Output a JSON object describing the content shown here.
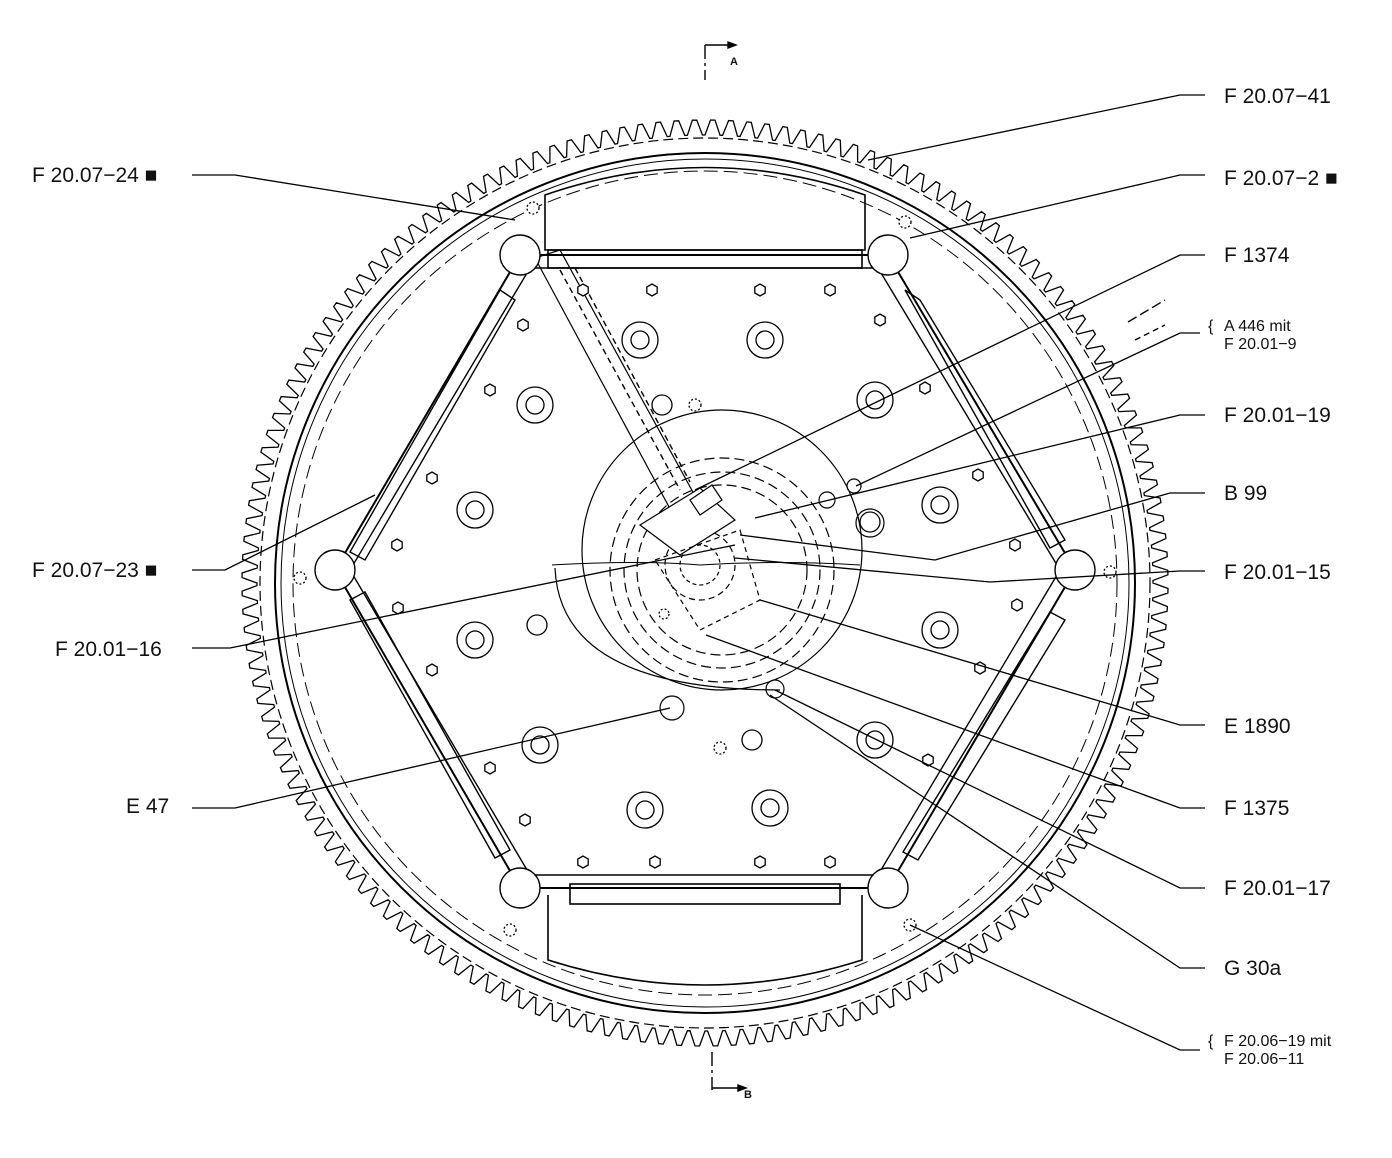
{
  "drawing": {
    "section_top_letter": "A",
    "section_bottom_letter": "B"
  },
  "callouts_left": [
    {
      "id": "c-f-20-07-24",
      "text": "F 20.07−24 ■"
    },
    {
      "id": "c-f-20-07-23",
      "text": "F 20.07−23 ■"
    },
    {
      "id": "c-f-20-01-16",
      "text": "F 20.01−16"
    },
    {
      "id": "c-e-47",
      "text": "E 47"
    }
  ],
  "callouts_right": [
    {
      "id": "c-f-20-07-41",
      "text": "F 20.07−41"
    },
    {
      "id": "c-f-20-07-2",
      "text": "F 20.07−2 ■"
    },
    {
      "id": "c-f-1374",
      "text": "F 1374"
    },
    {
      "id": "c-a-446",
      "lines": [
        "A 446 mit",
        "F 20.01−9"
      ]
    },
    {
      "id": "c-f-20-01-19",
      "text": "F 20.01−19"
    },
    {
      "id": "c-b-99",
      "text": "B 99"
    },
    {
      "id": "c-f-20-01-15",
      "text": "F 20.01−15"
    },
    {
      "id": "c-e-1890",
      "text": "E 1890"
    },
    {
      "id": "c-f-1375",
      "text": "F 1375"
    },
    {
      "id": "c-f-20-01-17",
      "text": "F 20.01−17"
    },
    {
      "id": "c-g-30a",
      "text": "G 30a"
    },
    {
      "id": "c-f-20-06-19",
      "lines": [
        "F 20.06−19 mit",
        "F 20.06−11"
      ]
    }
  ]
}
